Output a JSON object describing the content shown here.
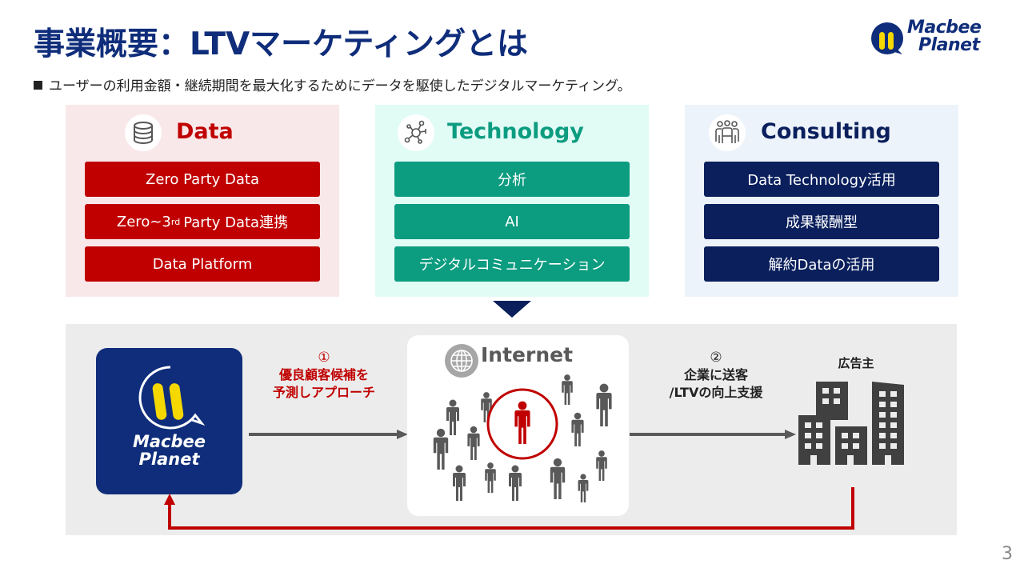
{
  "header": {
    "title": "事業概要：LTVマーケティングとは",
    "subtitle": "ユーザーの利用金額・継続期間を最大化するためにデータを駆使したデジタルマーケティング。",
    "logo": {
      "line1": "Macbee",
      "line2": "Planet"
    }
  },
  "colors": {
    "title_blue": "#0f2d7a",
    "data_red": "#c00000",
    "tech_green": "#0c9c80",
    "consult_navy": "#0a1f5c",
    "arrow_gray": "#595959"
  },
  "pillars": [
    {
      "title": "Data",
      "icon": "database-icon",
      "items": [
        {
          "text": "Zero Party Data"
        },
        {
          "pre": "Zero~3",
          "sup": "rd",
          "post": "Party Data連携"
        },
        {
          "text": "Data Platform"
        }
      ]
    },
    {
      "title": "Technology",
      "icon": "network-icon",
      "items": [
        {
          "text": "分析"
        },
        {
          "text": "AI"
        },
        {
          "text": "デジタルコミュニケーション"
        }
      ]
    },
    {
      "title": "Consulting",
      "icon": "team-icon",
      "items": [
        {
          "text": "Data Technology活用"
        },
        {
          "text": "成果報酬型"
        },
        {
          "text": "解約Dataの活用"
        }
      ]
    }
  ],
  "flow": {
    "company": {
      "line1": "Macbee",
      "line2": "Planet"
    },
    "step1": {
      "num": "①",
      "line1": "優良顧客候補を",
      "line2": "予測しアプローチ"
    },
    "internet": {
      "title": "Internet"
    },
    "step2": {
      "num": "②",
      "line1": "企業に送客",
      "line2": "/LTVの向上支援"
    },
    "advertiser": {
      "label": "広告主"
    }
  },
  "footer": {
    "page_number": "3"
  }
}
